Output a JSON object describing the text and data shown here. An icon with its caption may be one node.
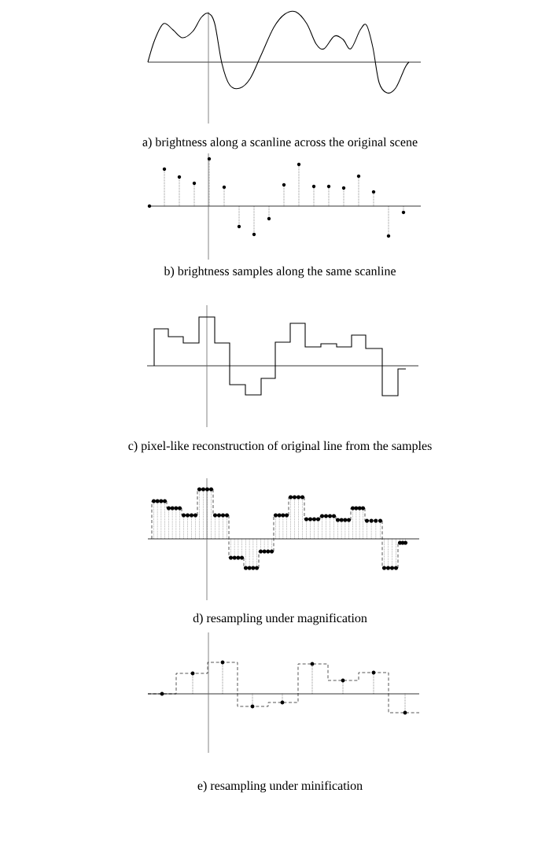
{
  "diagram": {
    "labels": [
      "a) brightness along a scanline across the original scene",
      "b) brightness samples along the same scanline",
      "c) pixel-like reconstruction of original line from the samples",
      "d) resampling under magnification",
      "e) resampling under minification"
    ]
  }
}
